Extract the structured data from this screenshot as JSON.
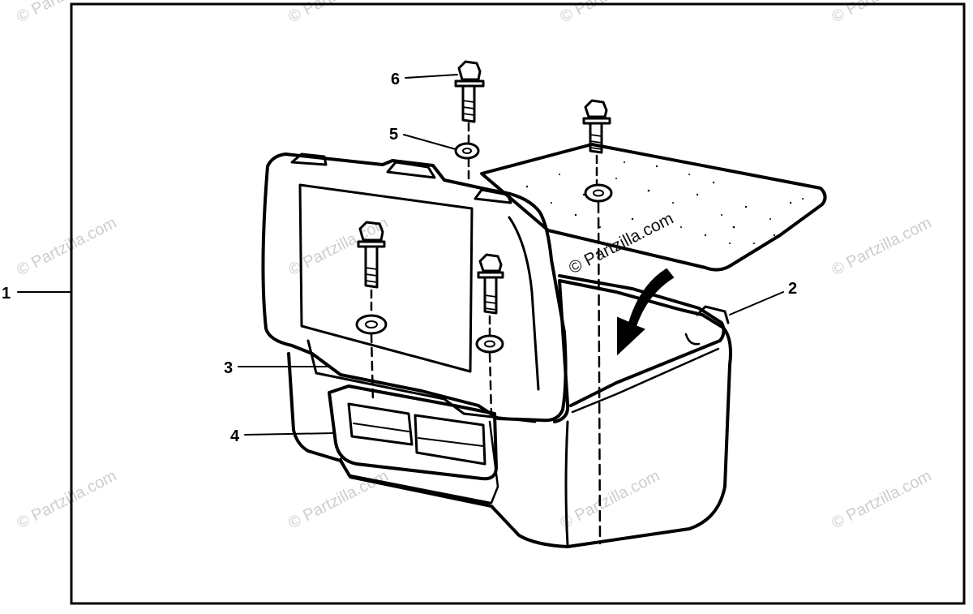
{
  "callouts": {
    "c1": "1",
    "c2": "2",
    "c3": "3",
    "c4": "4",
    "c5": "5",
    "c6": "6"
  },
  "watermark": "© Partzilla.com"
}
